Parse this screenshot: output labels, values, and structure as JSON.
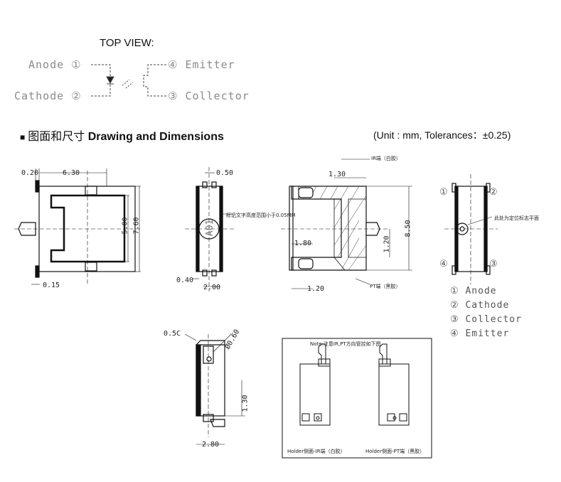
{
  "top_view": {
    "title": "TOP VIEW:",
    "pins": {
      "anode": "Anode ①",
      "cathode": "Cathode ②",
      "emitter": "④ Emitter",
      "collector": "③ Collector"
    }
  },
  "section": {
    "bullet": "■",
    "title_cn": "图面和尺寸",
    "title_en": "Drawing and Dimensions",
    "units": "(Unit : mm,  Tolerances：±0.25)"
  },
  "dims": {
    "d020": "0.20",
    "d630": "6.30",
    "d015": "0.15",
    "d500": "5.00",
    "d760": "7.60",
    "d050": "0.50",
    "d040": "0.40",
    "d200": "2.00",
    "d130a": "1.30",
    "d180": "1.80",
    "d120a": "1.20",
    "d120b": "1.20",
    "d850": "8.50",
    "d05c": "0.5C",
    "d060": "Ø0.60",
    "d130b": "1.30",
    "d280": "2.80"
  },
  "notes": {
    "mark_note": "标记文字高度范围小于0.05MM",
    "mark_text": "A01",
    "ir_label": "IR端（白胶）",
    "pt_label": "PT端（黑胶）",
    "side_note": "此处为定位标志平面",
    "box_note": "Note:注意IR,PT方向管控如下图",
    "holder_ir": "Holder侧面-IR端（白胶）",
    "holder_pt": "Holder侧面-PT端（黑胶）"
  },
  "pin_legend": [
    "① Anode",
    "② Cathode",
    "③ Collector",
    "④ Emitter"
  ],
  "side_view_pins": [
    "①",
    "②",
    "④",
    "③"
  ]
}
